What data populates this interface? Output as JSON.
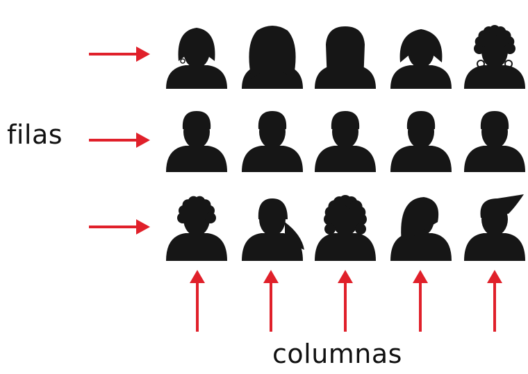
{
  "labels": {
    "rows": "filas",
    "columns": "columnas"
  },
  "grid": {
    "rows": 3,
    "columns": 5,
    "avatars": [
      [
        "avatar-bob-earrings",
        "avatar-long-wavy",
        "avatar-long-straight",
        "avatar-wavy-short",
        "avatar-curly-hoops"
      ],
      [
        "avatar-male-short",
        "avatar-male-short",
        "avatar-male-short",
        "avatar-male-short",
        "avatar-male-short"
      ],
      [
        "avatar-curly-short",
        "avatar-ponytail",
        "avatar-curly-earrings",
        "avatar-side-swept",
        "avatar-swoop"
      ]
    ]
  },
  "colors": {
    "silhouette": "#161616",
    "arrow": "#e0202a",
    "text": "#111111",
    "background": "#ffffff"
  }
}
